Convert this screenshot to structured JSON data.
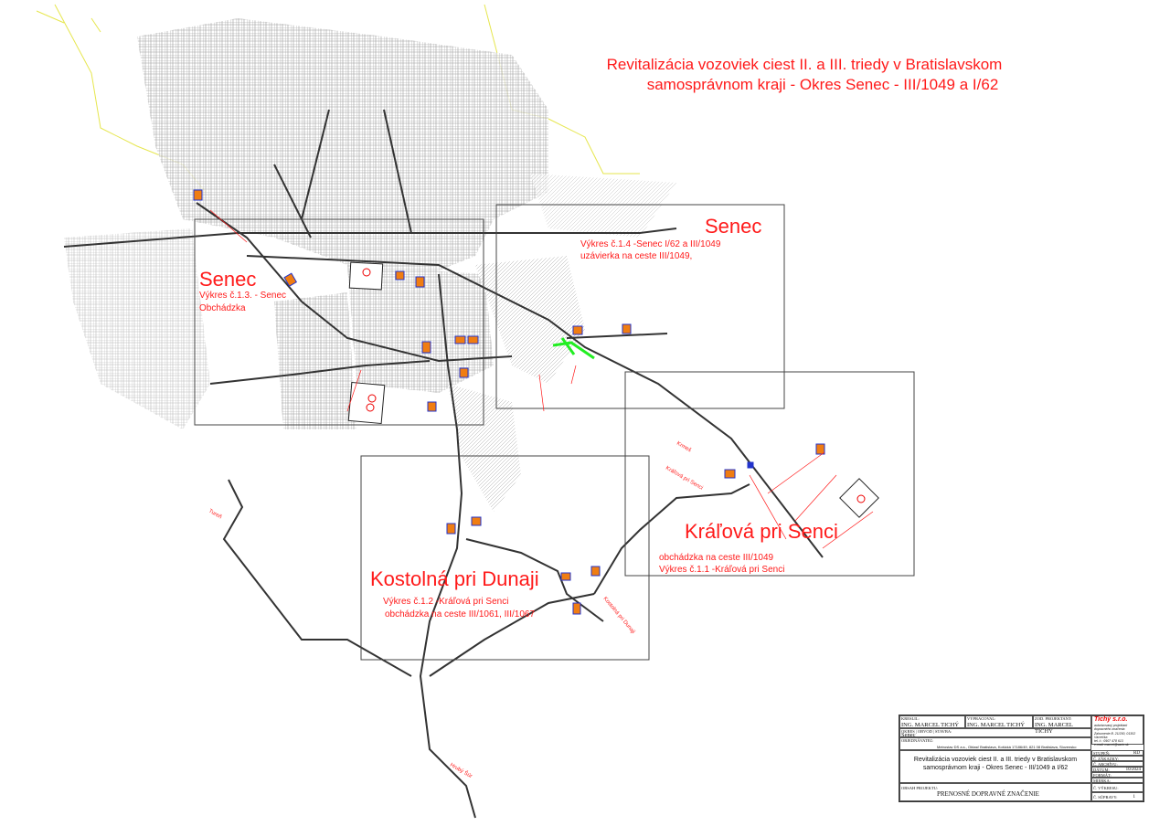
{
  "title": {
    "line1": "Revitalizácia vozoviek ciest II. a III. triedy v Bratislavskom",
    "line2": "samosprávnom kraji - Okres Senec - III/1049 a I/62"
  },
  "frames": [
    {
      "name": "Senec",
      "sub1": "Výkres č.1.3. - Senec",
      "sub2": "Obchádzka"
    },
    {
      "name": "Senec",
      "sub1": "Výkres č.1.4 -Senec I/62 a III/1049",
      "sub2": "uzávierka na ceste III/1049,"
    },
    {
      "name": "Kráľová pri Senci",
      "sub1": "obchádzka na ceste III/1049",
      "sub2": "Výkres č.1.1 -Kráľová pri Senci"
    },
    {
      "name": "Kostolná pri Dunaji",
      "sub1": "Výkres č.1.2 -Kráľová pri Senci",
      "sub2": "obchádzka na ceste III/1061, III/1067"
    }
  ],
  "places": [
    "Tureň",
    "Hrubý Šúr",
    "Krmeš",
    "Kráľová pri Senci",
    "Kostolná pri Dunaji"
  ],
  "title_block": {
    "kreslil_label": "Kreslil:",
    "kreslil": "ING. MARCEL TICHÝ",
    "vypracoval_label": "Vypracoval:",
    "vypracoval": "ING. MARCEL TICHÝ",
    "zod_label": "Zod. projektant:",
    "zod": "ING. MARCEL TICHÝ",
    "okres_label": "Okres | Obvod | Stavba:",
    "okres": "Senec",
    "objednavatel_label": "Objednávateľ:",
    "objednavatel": "Metrostav DS a.s., Oblasť Bratislava, Košická 17186/49, 821 08 Bratislava, Slovensko",
    "company": "Tichý s.r.o.",
    "company_lines": [
      "autorizovaný projektant",
      "dopravného značenia",
      "Zahumenie B. 21/200, 01302 Vavrečka",
      "tel. č.: 0907 478 613",
      "e-mail: marcel@varin.sk"
    ],
    "project1": "Revitalizácia vozoviek ciest II. a III. triedy v Bratislavskom",
    "project2": "samosprávnom kraji - Okres Senec - III/1049 a I/62",
    "fields": [
      {
        "label": "Stupeň:",
        "value": "RD"
      },
      {
        "label": "Č. zákazky:",
        "value": ""
      },
      {
        "label": "Č. archívu:",
        "value": ""
      },
      {
        "label": "Dátum:",
        "value": "10/2024"
      },
      {
        "label": "Formát:",
        "value": ""
      },
      {
        "label": "Mierka:",
        "value": ""
      }
    ],
    "obsah_label": "Obsah projektu:",
    "obsah": "PRENOSNÉ DOPRAVNÉ ZNAČENIE",
    "vykres_label": "Č. výkresu:",
    "vykres": "",
    "supravy_label": "Č. súpravy:",
    "supravy": "1"
  },
  "colors": {
    "annotation": "#ff1a1a",
    "road": "#333333",
    "urban": "#9a9a9a",
    "sign": "#f07d12",
    "sign_border": "#2233cc",
    "boundary": "#e6e64d",
    "closure": "#22ee22"
  }
}
